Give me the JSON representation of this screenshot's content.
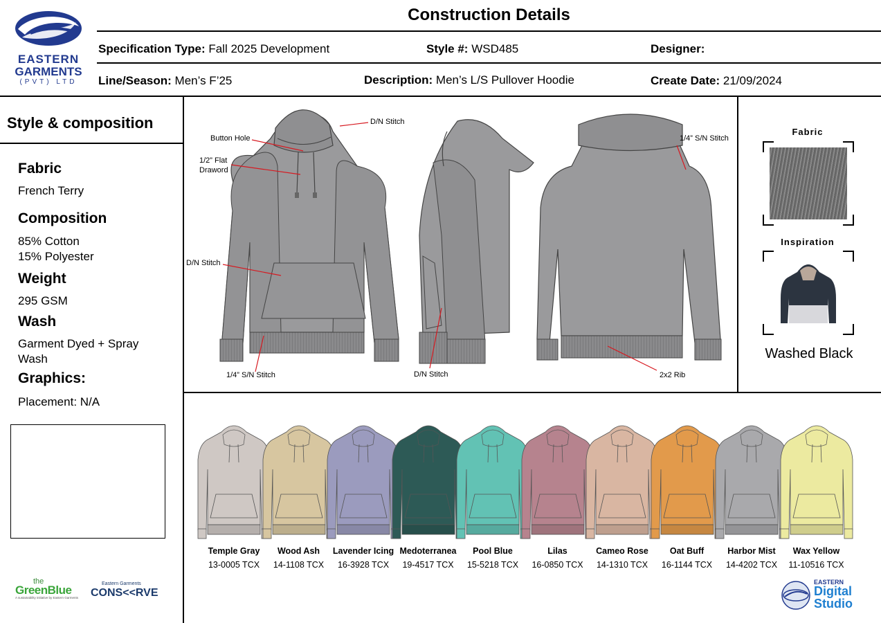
{
  "logo": {
    "line1": "EASTERN",
    "line2": "GARMENTS",
    "line3": "(PVT) LTD"
  },
  "title": "Construction Details",
  "header": {
    "spec_label": "Specification Type:",
    "spec_value": "Fall 2025 Development",
    "style_label": "Style #:",
    "style_value": "WSD485",
    "designer_label": "Designer:",
    "designer_value": "",
    "line_label": "Line/Season:",
    "line_value": "Men’s  F’25",
    "desc_label": "Description:",
    "desc_value": "Men’s L/S Pullover Hoodie",
    "date_label": "Create Date:",
    "date_value": "21/09/2024"
  },
  "side": {
    "title": "Style & composition",
    "fabric_h": "Fabric",
    "fabric_v": "French Terry",
    "comp_h": "Composition",
    "comp_v1": "85% Cotton",
    "comp_v2": "15% Polyester",
    "weight_h": "Weight",
    "weight_v": "295 GSM",
    "wash_h": "Wash",
    "wash_v1": "Garment Dyed + Spray",
    "wash_v2": "Wash",
    "graphics_h": "Graphics:",
    "graphics_v": "Placement:  N/A"
  },
  "callouts": {
    "button_hole": "Button Hole",
    "flat_draword_1": "1/2” Flat",
    "flat_draword_2": "Draword",
    "dn_stitch_hood": "D/N Stitch",
    "dn_stitch_pocket": "D/N Stitch",
    "sn_stitch_hem": "1/4” S/N Stitch",
    "dn_stitch_side": "D/N Stitch",
    "sn_stitch_back": "1/4” S/N Stitch",
    "rib": "2x2 Rib"
  },
  "right_panel": {
    "fabric_label": "Fabric",
    "inspiration_label": "Inspiration",
    "inspiration_caption": "Washed Black"
  },
  "swatches": [
    {
      "name": "Temple Gray",
      "code": "13-0005 TCX",
      "color": "#cfc8c4"
    },
    {
      "name": "Wood Ash",
      "code": "14-1108 TCX",
      "color": "#d7c6a0"
    },
    {
      "name": "Lavender Icing",
      "code": "16-3928 TCX",
      "color": "#9b9bbe"
    },
    {
      "name": "Medoterranea",
      "code": "19-4517 TCX",
      "color": "#2d5a56"
    },
    {
      "name": "Pool Blue",
      "code": "15-5218 TCX",
      "color": "#62c2b4"
    },
    {
      "name": "Lilas",
      "code": "16-0850 TCX",
      "color": "#b6838e"
    },
    {
      "name": "Cameo Rose",
      "code": "14-1310 TCX",
      "color": "#d9b6a2"
    },
    {
      "name": "Oat Buff",
      "code": "16-1144 TCX",
      "color": "#e29a4b"
    },
    {
      "name": "Harbor Mist",
      "code": "14-4202 TCX",
      "color": "#a9a9ac"
    },
    {
      "name": "Wax Yellow",
      "code": "11-10516 TCX",
      "color": "#eceaa0"
    }
  ],
  "footer_logos": {
    "the": "the",
    "greenblue": "GreenBlue",
    "gb_tag": "A sustainability initiative by Eastern Garments",
    "conserve_top": "Eastern Garments",
    "conserve": "CONS<<RVE",
    "eds1": "EASTERN",
    "eds2": "Digital",
    "eds3": "Studio"
  }
}
